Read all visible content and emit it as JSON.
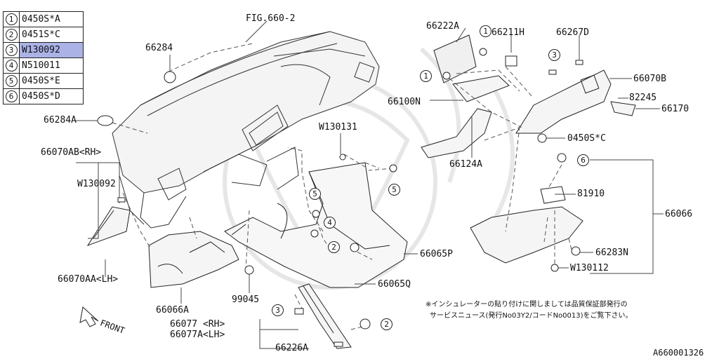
{
  "legend": [
    {
      "num": "1",
      "code": "0450S*A",
      "highlighted": false
    },
    {
      "num": "2",
      "code": "0451S*C",
      "highlighted": false
    },
    {
      "num": "3",
      "code": "W130092",
      "highlighted": true
    },
    {
      "num": "4",
      "code": "N510011",
      "highlighted": false
    },
    {
      "num": "5",
      "code": "0450S*E",
      "highlighted": false
    },
    {
      "num": "6",
      "code": "0450S*D",
      "highlighted": false
    }
  ],
  "labels": {
    "fig": "FIG.660-2",
    "p66284": "66284",
    "p66284A": "66284A",
    "p66070AB": "66070AB<RH>",
    "pW130092": "W130092",
    "p66070AA": "66070AA<LH>",
    "p66066A": "66066A",
    "p99045": "99045",
    "p66077": "66077 <RH>",
    "p66077A": "66077A<LH>",
    "p66226A": "66226A",
    "p66222A": "66222A",
    "p66211H": "66211H",
    "p66267D": "66267D",
    "p66070B": "66070B",
    "p82245": "82245",
    "p66170": "66170",
    "p66100N": "66100N",
    "pW130131": "W130131",
    "p0450SC": "0450S*C",
    "p66124A": "66124A",
    "p81910": "81910",
    "p66066": "66066",
    "p66283N": "66283N",
    "pW130112": "W130112",
    "p66065P": "66065P",
    "p66065Q": "66065Q",
    "front": "FRONT",
    "diagram_id": "A660001326"
  },
  "note": {
    "line1": "※インシュレーターの貼り付けに関しましては品質保証部発行の",
    "line2": "サービスニュース(発行No03Y2/コードNo0013)をご覧下さい。"
  },
  "badges": {
    "b1a": "1",
    "b1b": "1",
    "b3a": "3",
    "b6": "6",
    "b5a": "5",
    "b5b": "5",
    "b4": "4",
    "b2a": "2",
    "b3b": "3",
    "b2b": "2"
  }
}
